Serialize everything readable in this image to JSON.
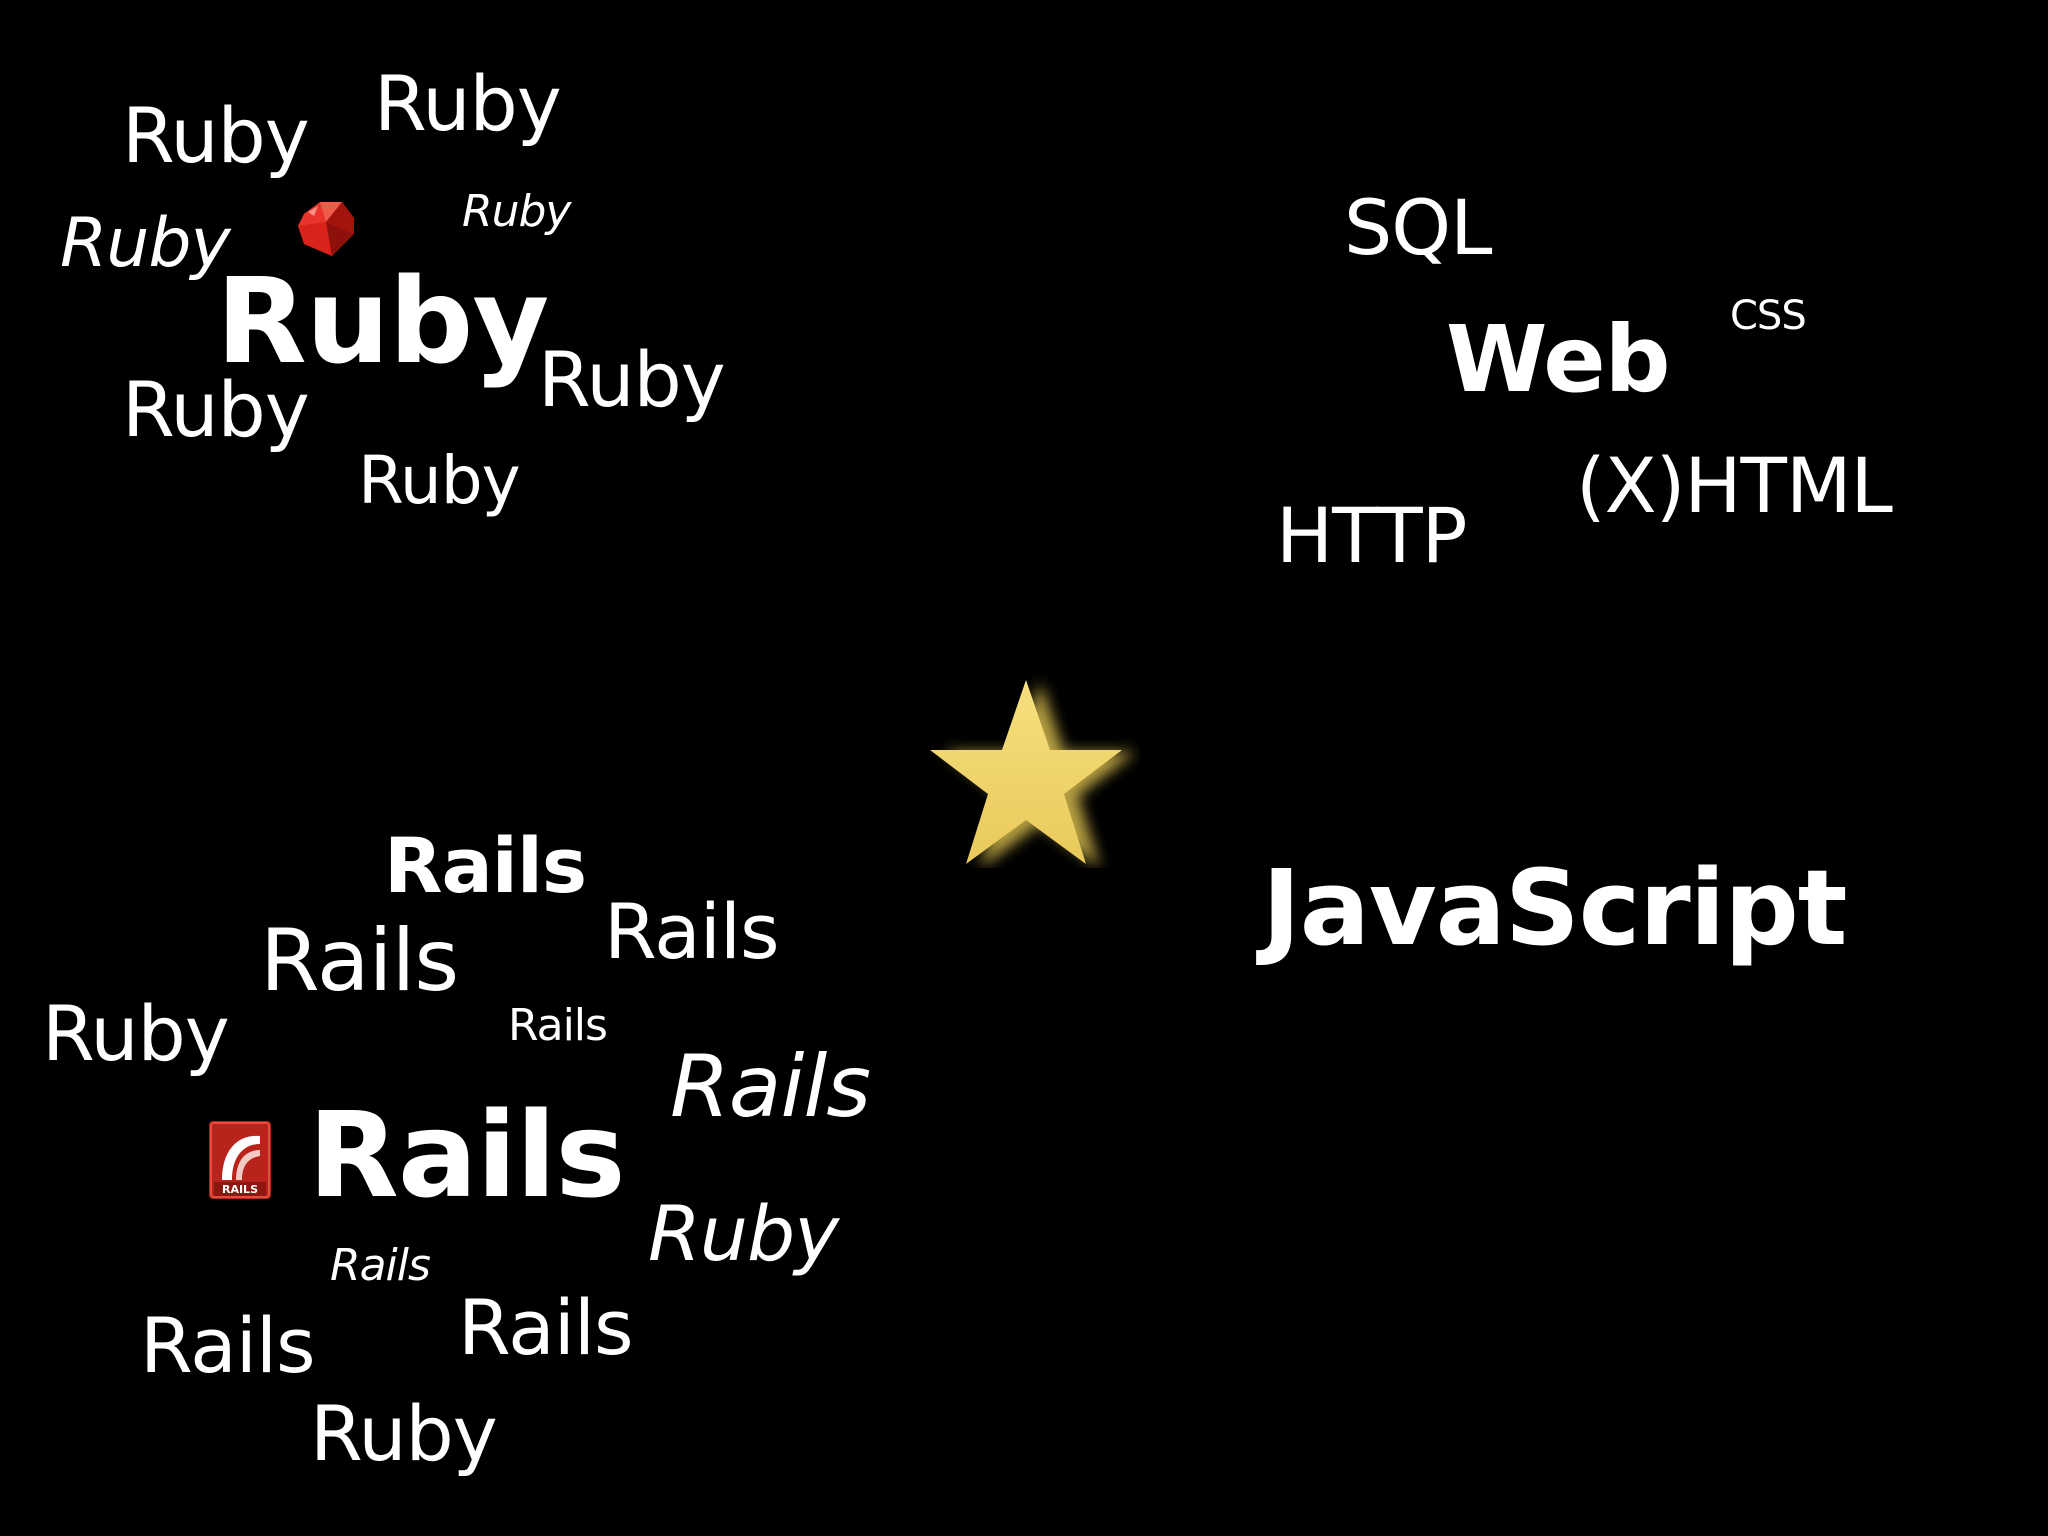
{
  "ruby_cluster": {
    "words": [
      "Ruby",
      "Ruby",
      "Ruby",
      "Ruby",
      "Ruby",
      "Ruby",
      "Ruby",
      "Ruby"
    ]
  },
  "web_cluster": {
    "sql": "SQL",
    "web": "Web",
    "css": "CSS",
    "xhtml": "(X)HTML",
    "http": "HTTP"
  },
  "rails_cluster": {
    "words": [
      "Rails",
      "Rails",
      "Rails",
      "Ruby",
      "Rails",
      "Rails",
      "Rails",
      "Ruby",
      "Rails",
      "Rails",
      "Rails",
      "Ruby"
    ]
  },
  "javascript": "JavaScript",
  "rails_logo_text": "RAILS",
  "colors": {
    "background": "#000000",
    "text": "#ffffff",
    "star": "#f3d66a",
    "ruby_gem": "#c61a12",
    "rails_logo": "#b8231b"
  },
  "icons": [
    "ruby-gem-icon",
    "star-icon",
    "rails-logo-icon"
  ]
}
